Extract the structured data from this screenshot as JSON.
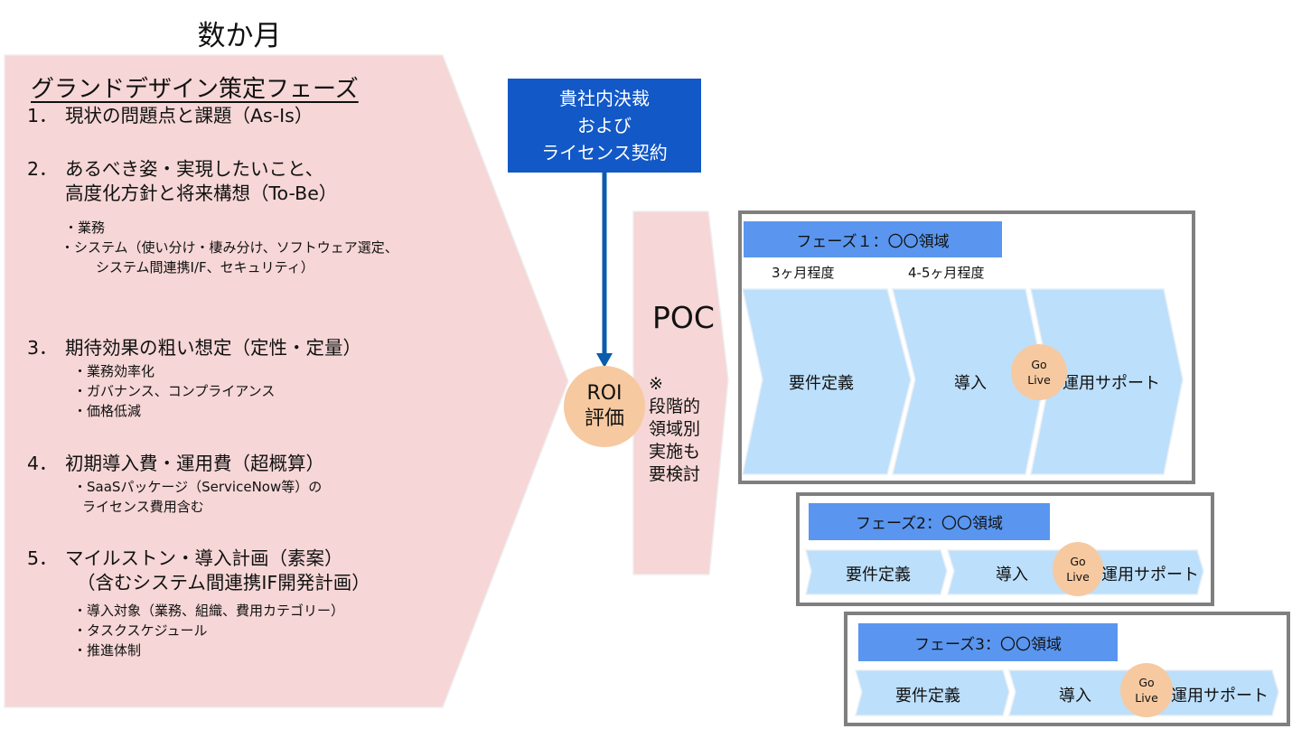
{
  "duration_title": "数か月",
  "grand_design": {
    "title": "グランドデザイン策定フェーズ",
    "items": [
      {
        "num": "1．",
        "lines": [
          "現状の問題点と課題（As-Is）"
        ],
        "subs": []
      },
      {
        "num": "2．",
        "lines": [
          "あるべき姿・実現したいこと、",
          "高度化方針と将来構想（To-Be）"
        ],
        "subs": [
          "・業務",
          "・システム（使い分け・棲み分け、ソフトウェア選定、",
          "システム間連携I/F、セキュリティ）"
        ]
      },
      {
        "num": "3．",
        "lines": [
          "期待効果の粗い想定（定性・定量）"
        ],
        "subs": [
          "・業務効率化",
          "・ガバナンス、コンプライアンス",
          "・価格低減"
        ]
      },
      {
        "num": "4．",
        "lines": [
          "初期導入費・運用費（超概算）"
        ],
        "subs": [
          "・SaaSパッケージ（ServiceNow等）の",
          "ライセンス費用含む"
        ]
      },
      {
        "num": "5．",
        "lines": [
          "マイルストン・導入計画（素案）",
          "（含むシステム間連携IF開発計画）"
        ],
        "subs": [
          "・導入対象（業務、組織、費用カテゴリー）",
          "・タスクスケジュール",
          "・推進体制"
        ]
      }
    ]
  },
  "decision_box": {
    "lines": [
      "貴社内決裁",
      "および",
      "ライセンス契約"
    ]
  },
  "roi": {
    "lines": [
      "ROI",
      "評価"
    ]
  },
  "poc": {
    "title": "POC",
    "note_lines": [
      "※",
      "段階的",
      "領域別",
      "実施も",
      "要検討"
    ]
  },
  "phases": [
    {
      "label": "フェーズ１：〇〇領域",
      "durations": [
        "3ヶ月程度",
        "4-5ヶ月程度"
      ],
      "steps": [
        "要件定義",
        "導入",
        "運用サポート"
      ],
      "golive": [
        "Go",
        "Live"
      ]
    },
    {
      "label": "フェーズ2：〇〇領域",
      "steps": [
        "要件定義",
        "導入",
        "運用サポート"
      ],
      "golive": [
        "Go",
        "Live"
      ]
    },
    {
      "label": "フェーズ3：〇〇領域",
      "steps": [
        "要件定義",
        "導入",
        "運用サポート"
      ],
      "golive": [
        "Go",
        "Live"
      ]
    }
  ],
  "colors": {
    "pink": "#f6d6d6",
    "decision_blue": "#1258c7",
    "arrow_blue": "#0b5cad",
    "phase_label_blue": "#5a96ef",
    "chevron_blue": "#bcdffb",
    "peach": "#f6c9a0",
    "frame_gray": "#7f7f7f"
  }
}
